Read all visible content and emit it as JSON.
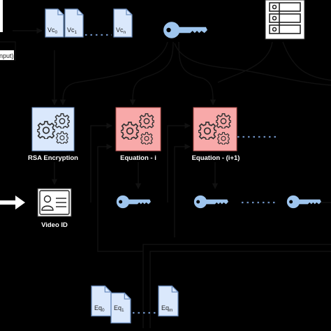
{
  "colors": {
    "background": "#000000",
    "doc_fill": "#dae8fc",
    "doc_stroke": "#6c8ebf",
    "rsa_fill": "#dae8fc",
    "equation_fill": "#f8a9a9",
    "key_fill": "#9ec5ee",
    "connector": "#111111",
    "dashed": "#6c8ebf"
  },
  "input": {
    "label": "nput)"
  },
  "vc_docs": [
    {
      "base": "Vc",
      "sub": "0"
    },
    {
      "base": "Vc",
      "sub": "1"
    },
    {
      "base": "Vc",
      "sub": "n"
    }
  ],
  "eq_docs": [
    {
      "base": "Eq",
      "sub": "0"
    },
    {
      "base": "Eq",
      "sub": "1"
    },
    {
      "base": "Eq",
      "sub": "m"
    }
  ],
  "process_boxes": {
    "rsa": {
      "label": "RSA Encryption",
      "icon": "gears-icon"
    },
    "equation_i": {
      "label": "Equation - i",
      "icon": "gears-icon"
    },
    "equation_i1": {
      "label": "Equation - (i+1)",
      "icon": "gears-icon"
    }
  },
  "video_id": {
    "label": "Video ID",
    "icon": "id-card-icon"
  },
  "icons": {
    "key": "key-icon",
    "table": "table-icon",
    "arrow": "arrow-right-icon"
  }
}
